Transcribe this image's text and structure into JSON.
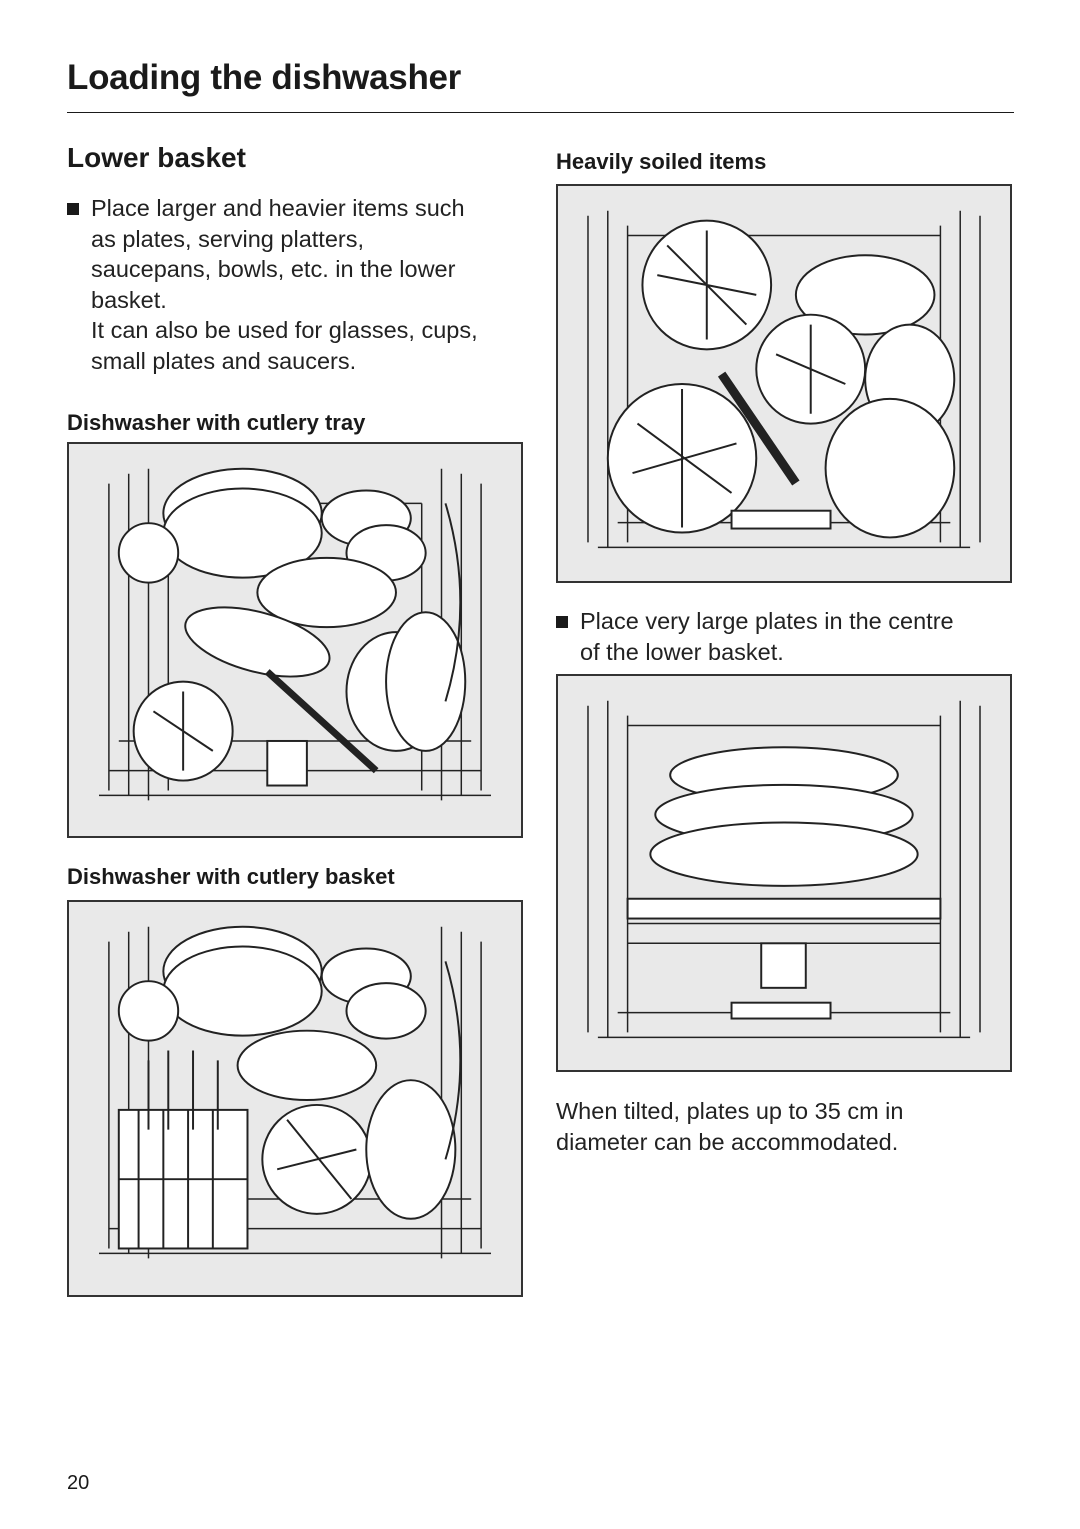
{
  "page": {
    "title": "Loading the dishwasher",
    "number": "20"
  },
  "lower_basket": {
    "heading": "Lower basket",
    "intro_lines": [
      "Place larger and heavier items such",
      "as plates, serving platters,",
      "saucepans, bowls, etc. in the lower",
      "basket.",
      "It can also be used for glasses, cups,",
      "small plates and saucers."
    ]
  },
  "cutlery_tray": {
    "heading": "Dishwasher with cutlery tray",
    "figure_icon": "dishwasher-lower-basket-with-cutlery-tray-illustration"
  },
  "cutlery_basket": {
    "heading": "Dishwasher with cutlery basket",
    "figure_icon": "dishwasher-lower-basket-with-cutlery-basket-illustration"
  },
  "heavily_soiled": {
    "heading": "Heavily soiled items",
    "figure_icon": "lower-basket-pots-and-pans-illustration"
  },
  "large_plates": {
    "tip_lines": [
      "Place very large plates in the centre",
      "of the lower basket."
    ],
    "figure_icon": "lower-basket-tilted-large-plates-illustration",
    "note_lines": [
      "When tilted, plates up to 35 cm in",
      "diameter can be accommodated."
    ]
  },
  "colors": {
    "text": "#1a1a1a",
    "figure_background": "#e9e9e9",
    "figure_border": "#333333"
  }
}
